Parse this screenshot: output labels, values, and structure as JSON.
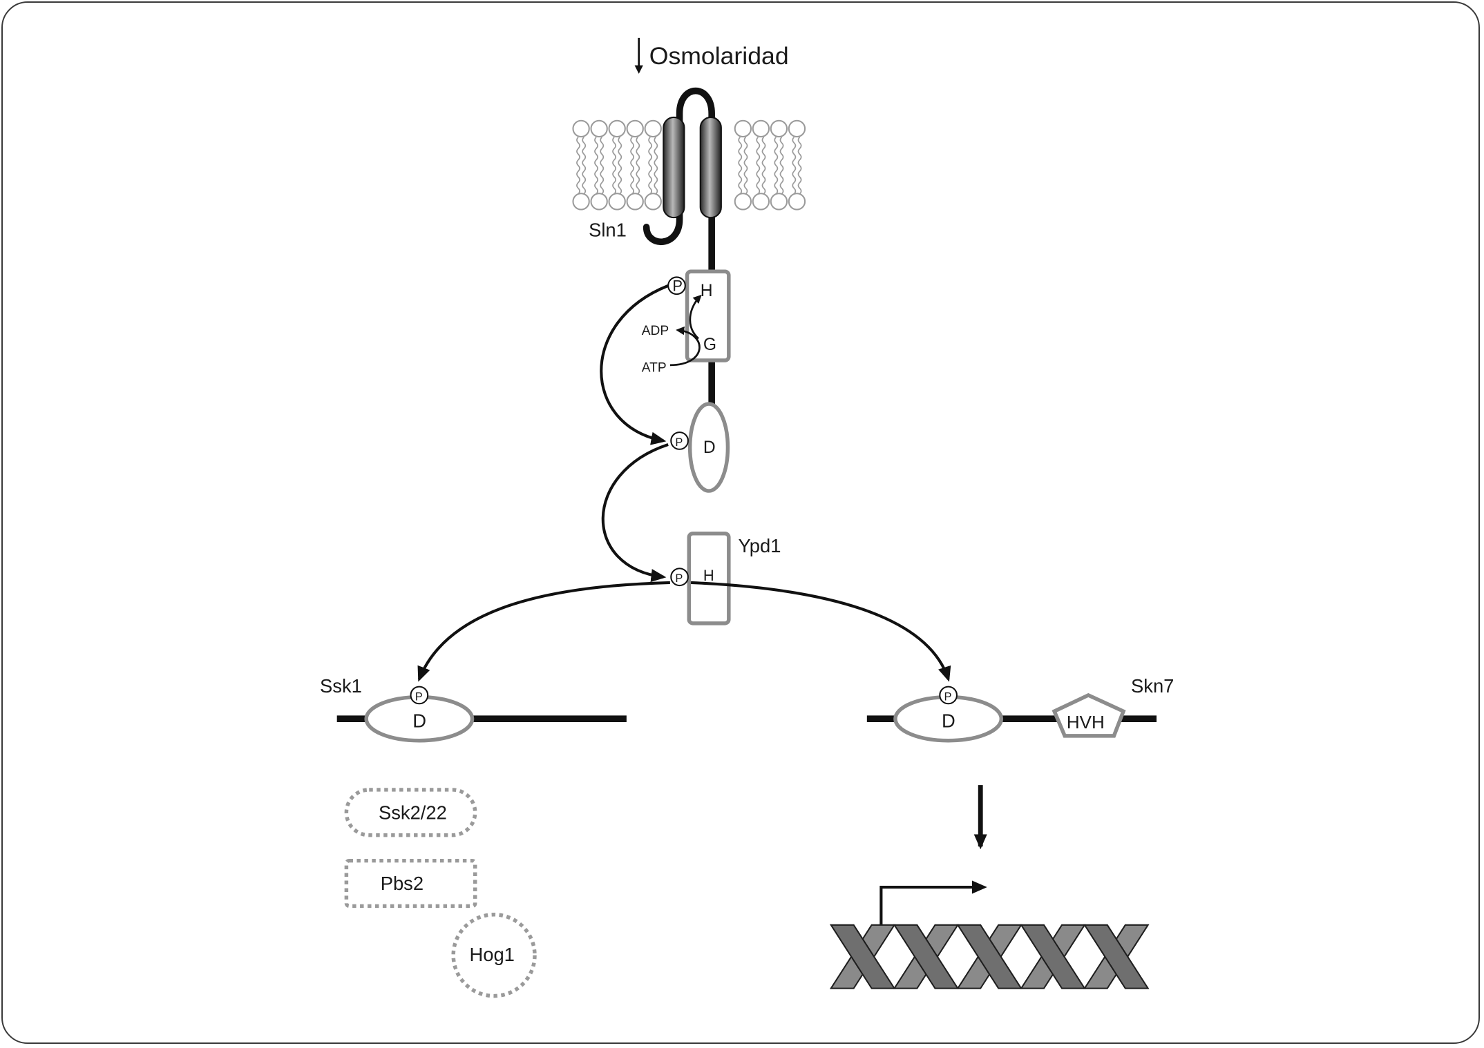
{
  "stimulus": {
    "label": "Osmolaridad"
  },
  "sln1": {
    "label": "Sln1",
    "histidine_kinase": {
      "h_label": "H",
      "g_label": "G",
      "adp_label": "ADP",
      "atp_label": "ATP"
    },
    "receiver": {
      "label": "D"
    }
  },
  "ypd1": {
    "label": "Ypd1",
    "h_label": "H"
  },
  "ssk1": {
    "label": "Ssk1",
    "receiver_label": "D"
  },
  "skn7": {
    "label": "Skn7",
    "receiver_label": "D",
    "hvh_label": "HVH"
  },
  "phospho_label": "P",
  "downstream": [
    {
      "label": "Ssk2/22"
    },
    {
      "label": "Pbs2"
    },
    {
      "label": "Hog1"
    }
  ],
  "colors": {
    "line": "#111111",
    "domain_outline": "#8c8c8c",
    "dotted_outline": "#9a9a9a",
    "membrane": "#9a9a9a",
    "dna": "#6f6f6f",
    "dna_edge": "#1e1e1e"
  }
}
